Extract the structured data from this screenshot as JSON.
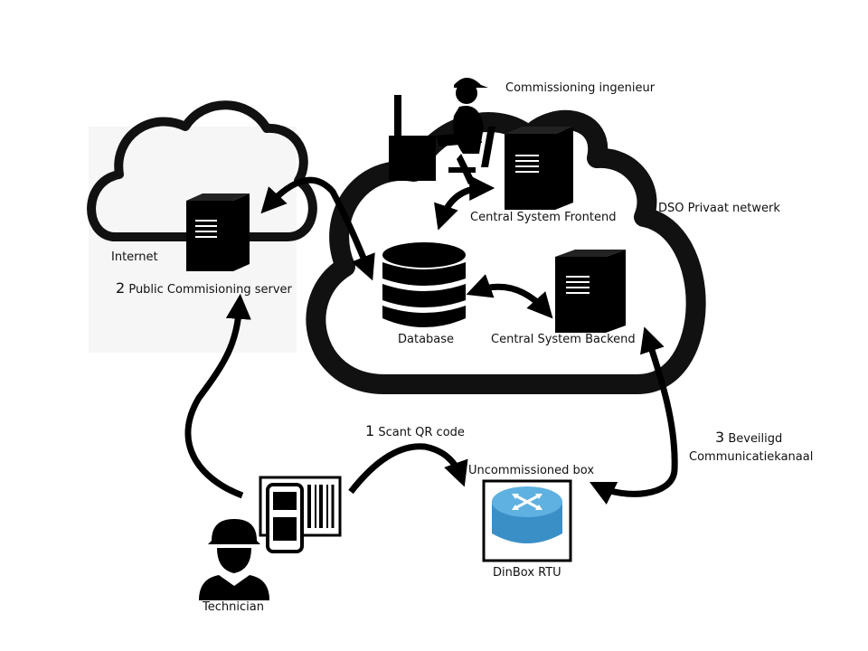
{
  "labels": {
    "engineer": "Commissioning ingenieur",
    "frontend": "Central System Frontend",
    "private_network": "DSO Privaat netwerk",
    "internet": "Internet",
    "public_server_num": "2",
    "public_server": "Public Commisioning server",
    "database": "Database",
    "backend": "Central System Backend",
    "qr_num": "1",
    "qr": "Scant QR code",
    "channel_num": "3",
    "channel_line1": "Beveiligd",
    "channel_line2": "Communicatiekanaal",
    "uncommissioned": "Uncommissioned box",
    "dinbox": "DinBox RTU",
    "technician": "Technician"
  },
  "colors": {
    "ink": "#000000",
    "router_blue": "#3b8fc7",
    "router_top": "#5eb1e0",
    "background": "#ffffff",
    "faint_panel": "#f4f4f4"
  },
  "icons": [
    "cloud-icon",
    "server-icon",
    "database-icon",
    "engineer-at-desk-icon",
    "router-icon",
    "technician-icon",
    "barcode-scanner-icon"
  ]
}
